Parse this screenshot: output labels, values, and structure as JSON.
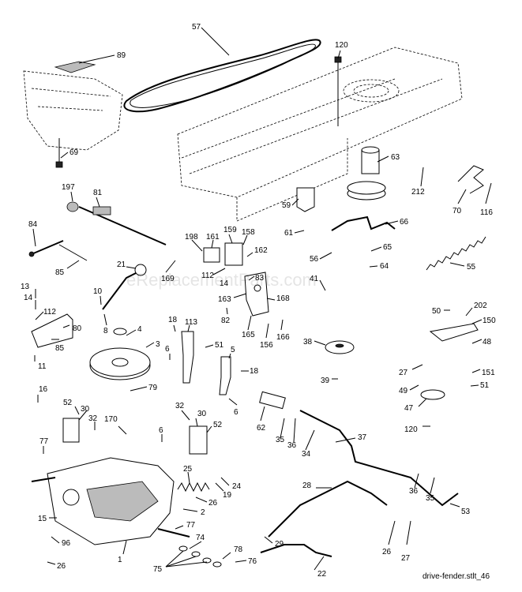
{
  "watermark": "eReplacementParts.com",
  "footer": "drive-fender.stlt_46",
  "parts": {
    "p57": "57",
    "p120a": "120",
    "p89": "89",
    "p69": "69",
    "p63": "63",
    "p212": "212",
    "p197": "197",
    "p81": "81",
    "p59": "59",
    "p70": "70",
    "p116": "116",
    "p66": "66",
    "p84": "84",
    "p61": "61",
    "p198": "198",
    "p161": "161",
    "p159": "159",
    "p158": "158",
    "p65": "65",
    "p162": "162",
    "p56": "56",
    "p55": "55",
    "p85a": "85",
    "p21": "21",
    "p169": "169",
    "p112a": "112",
    "p14a": "14",
    "p83": "83",
    "p41": "41",
    "p64": "64",
    "p13": "13",
    "p14b": "14",
    "p10": "10",
    "p163": "163",
    "p168": "168",
    "p112b": "112",
    "p80": "80",
    "p8": "8",
    "p82": "82",
    "p50": "50",
    "p202": "202",
    "p150": "150",
    "p4": "4",
    "p18a": "18",
    "p113": "113",
    "p165": "165",
    "p156": "156",
    "p166": "166",
    "p85b": "85",
    "p38": "38",
    "p48": "48",
    "p3": "3",
    "p51a": "51",
    "p11": "11",
    "p6a": "6",
    "p5": "5",
    "p18b": "18",
    "p27a": "27",
    "p151": "151",
    "p39": "39",
    "p49": "49",
    "p51b": "51",
    "p79": "79",
    "p16": "16",
    "p47": "47",
    "p6b": "6",
    "p52a": "52",
    "p30a": "30",
    "p32a": "32",
    "p62": "62",
    "p170": "170",
    "p32b": "32",
    "p120b": "120",
    "p30b": "30",
    "p52b": "52",
    "p37": "37",
    "p6c": "6",
    "p35a": "35",
    "p36a": "36",
    "p34": "34",
    "p77a": "77",
    "p28": "28",
    "p25": "25",
    "p36b": "36",
    "p35b": "35",
    "p24": "24",
    "p19": "19",
    "p26a": "26",
    "p2": "2",
    "p53": "53",
    "p15": "15",
    "p77b": "77",
    "p29": "29",
    "p26b": "26",
    "p27b": "27",
    "p96": "96",
    "p74": "74",
    "p78": "78",
    "p1": "1",
    "p22": "22",
    "p26c": "26",
    "p75": "75",
    "p76": "76"
  }
}
